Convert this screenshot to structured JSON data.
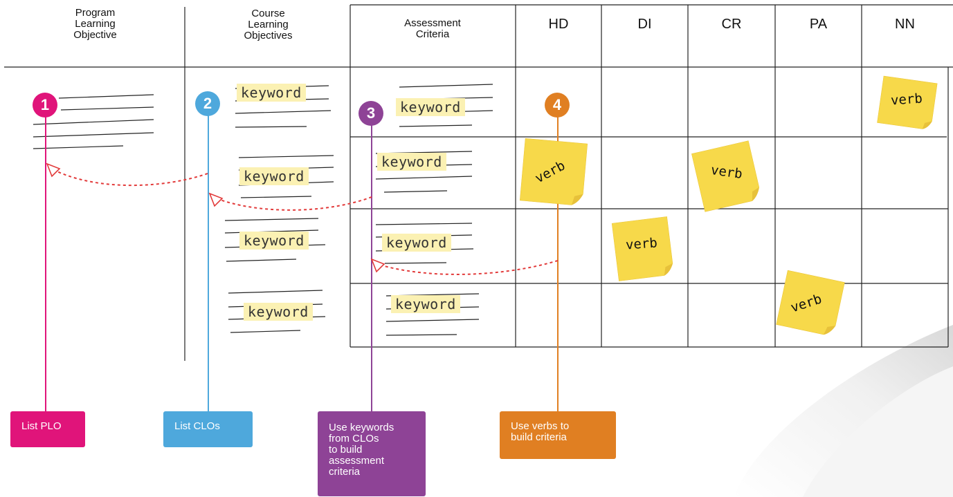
{
  "headers": {
    "plo": "Program\nLearning\nObjective",
    "clo": "Course\nLearning\nObjectives",
    "criteria": "Assessment\nCriteria"
  },
  "grades": [
    "HD",
    "DI",
    "CR",
    "PA",
    "NN"
  ],
  "keyword": "keyword",
  "verb": "verb",
  "steps": [
    {
      "number": "1",
      "label": "List PLO",
      "color": "#e0147a"
    },
    {
      "number": "2",
      "label": "List CLOs",
      "color": "#4ea8dc"
    },
    {
      "number": "3",
      "label": "Use keywords\nfrom CLOs\nto build\nassessment\ncriteria",
      "color": "#8e4396"
    },
    {
      "number": "4",
      "label": "Use verbs to\nbuild criteria",
      "color": "#e07f22"
    }
  ],
  "colors": {
    "sticky": "#f7d94a",
    "highlight": "#fbf1b3",
    "arrow": "#e23a3a"
  }
}
